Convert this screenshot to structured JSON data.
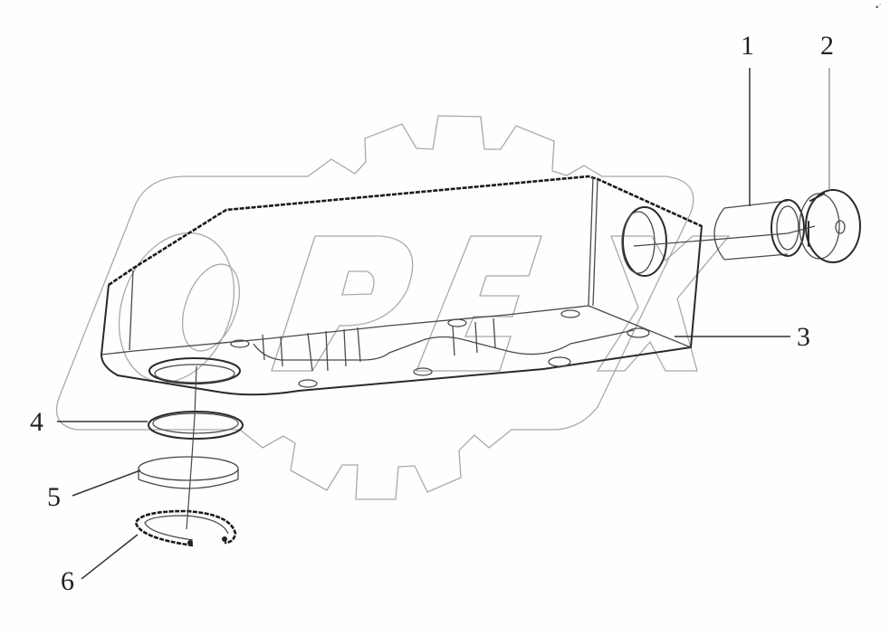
{
  "diagram": {
    "type": "exploded-parts-drawing",
    "watermark": {
      "text": "OPEX",
      "style": "gear-outline-logo",
      "color": "#a9a9a9"
    },
    "line_color": "#2a2a2a",
    "background": "#fdfefd",
    "corner_mark": "•′",
    "callouts": [
      {
        "id": "1",
        "label": "1",
        "part": "cylinder / sleeve"
      },
      {
        "id": "2",
        "label": "2",
        "part": "cap / plug"
      },
      {
        "id": "3",
        "label": "3",
        "part": "housing / valve body"
      },
      {
        "id": "4",
        "label": "4",
        "part": "o-ring"
      },
      {
        "id": "5",
        "label": "5",
        "part": "disc / cover plate"
      },
      {
        "id": "6",
        "label": "6",
        "part": "retaining snap ring"
      }
    ]
  }
}
